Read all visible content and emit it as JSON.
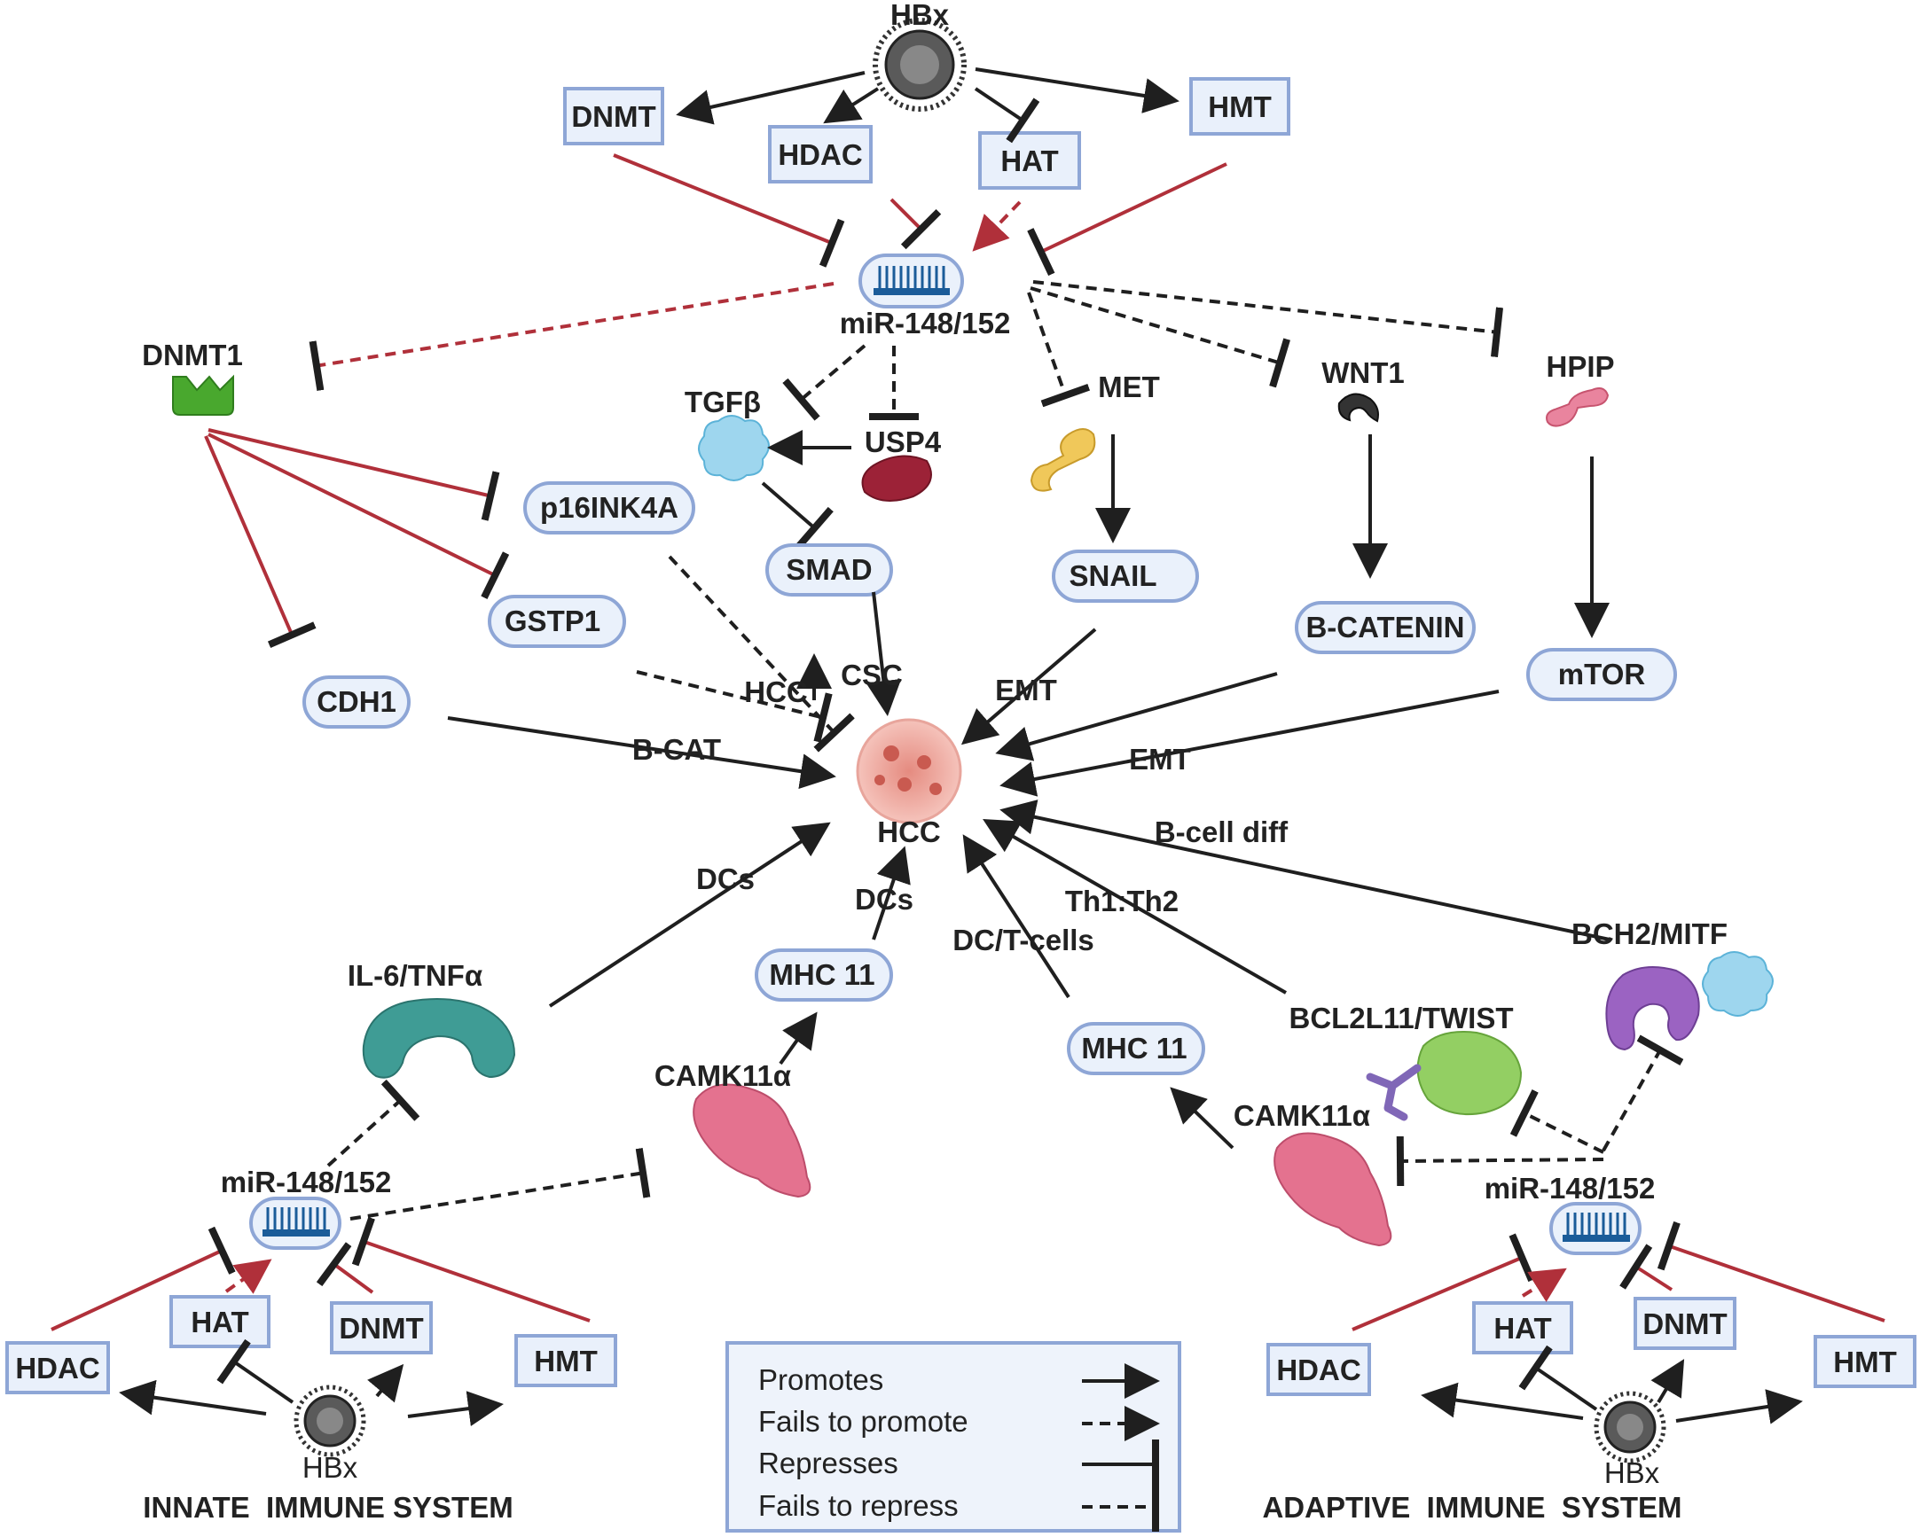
{
  "nodes": {
    "hbx_top": "HBx",
    "dnmt_top": "DNMT",
    "hdac_top": "HDAC",
    "hat_top": "HAT",
    "hmt_top": "HMT",
    "mir_top": "miR-148/152",
    "dnmt1": "DNMT1",
    "tgfb": "TGFβ",
    "usp4": "USP4",
    "met": "MET",
    "wnt1": "WNT1",
    "hpip": "HPIP",
    "p16": "p16INK4A",
    "smad": "SMAD",
    "snail": "SNAIL",
    "bcatenin": "B-CATENIN",
    "gstp1": "GSTP1",
    "cdh1": "CDH1",
    "mtor": "mTOR",
    "hcc_center": "HCC",
    "il6": "IL-6/TNFα",
    "mhc_left": "MHC 11",
    "mhc_right": "MHC 11",
    "camk_left": "CAMK11α",
    "camk_right": "CAMK11α",
    "bcl2l11": "BCL2L11/TWIST",
    "bch2": "BCH2/MITF",
    "mir_left": "miR-148/152",
    "mir_right": "miR-148/152",
    "hat_left": "HAT",
    "dnmt_left": "DNMT",
    "hdac_left": "HDAC",
    "hmt_left": "HMT",
    "hbx_left": "HBx",
    "hat_right": "HAT",
    "dnmt_right": "DNMT",
    "hdac_right": "HDAC",
    "hmt_right": "HMT",
    "hbx_right": "HBx"
  },
  "edge_labels": {
    "hcc_small": "HCC",
    "csc": "CSC",
    "emt_top": "EMT",
    "bcat": "B-CAT",
    "emt_right": "EMT",
    "bcell": "B-cell diff",
    "dcs_left": "DCs",
    "dcs_mid": "DCs",
    "dct": "DC/T-cells",
    "th1th2": "Th1:Th2"
  },
  "sections": {
    "innate": "INNATE  IMMUNE SYSTEM",
    "adaptive": "ADAPTIVE  IMMUNE  SYSTEM"
  },
  "legend": {
    "promotes": "Promotes",
    "fails_promote": "Fails to promote",
    "represses": "Represses",
    "fails_repress": "Fails to repress"
  },
  "colors": {
    "activation": "#1f1f1f",
    "epigenetic_inhibition": "#b0303a",
    "node_fill": "#e9f0fb",
    "node_border": "#8ea6d6"
  }
}
